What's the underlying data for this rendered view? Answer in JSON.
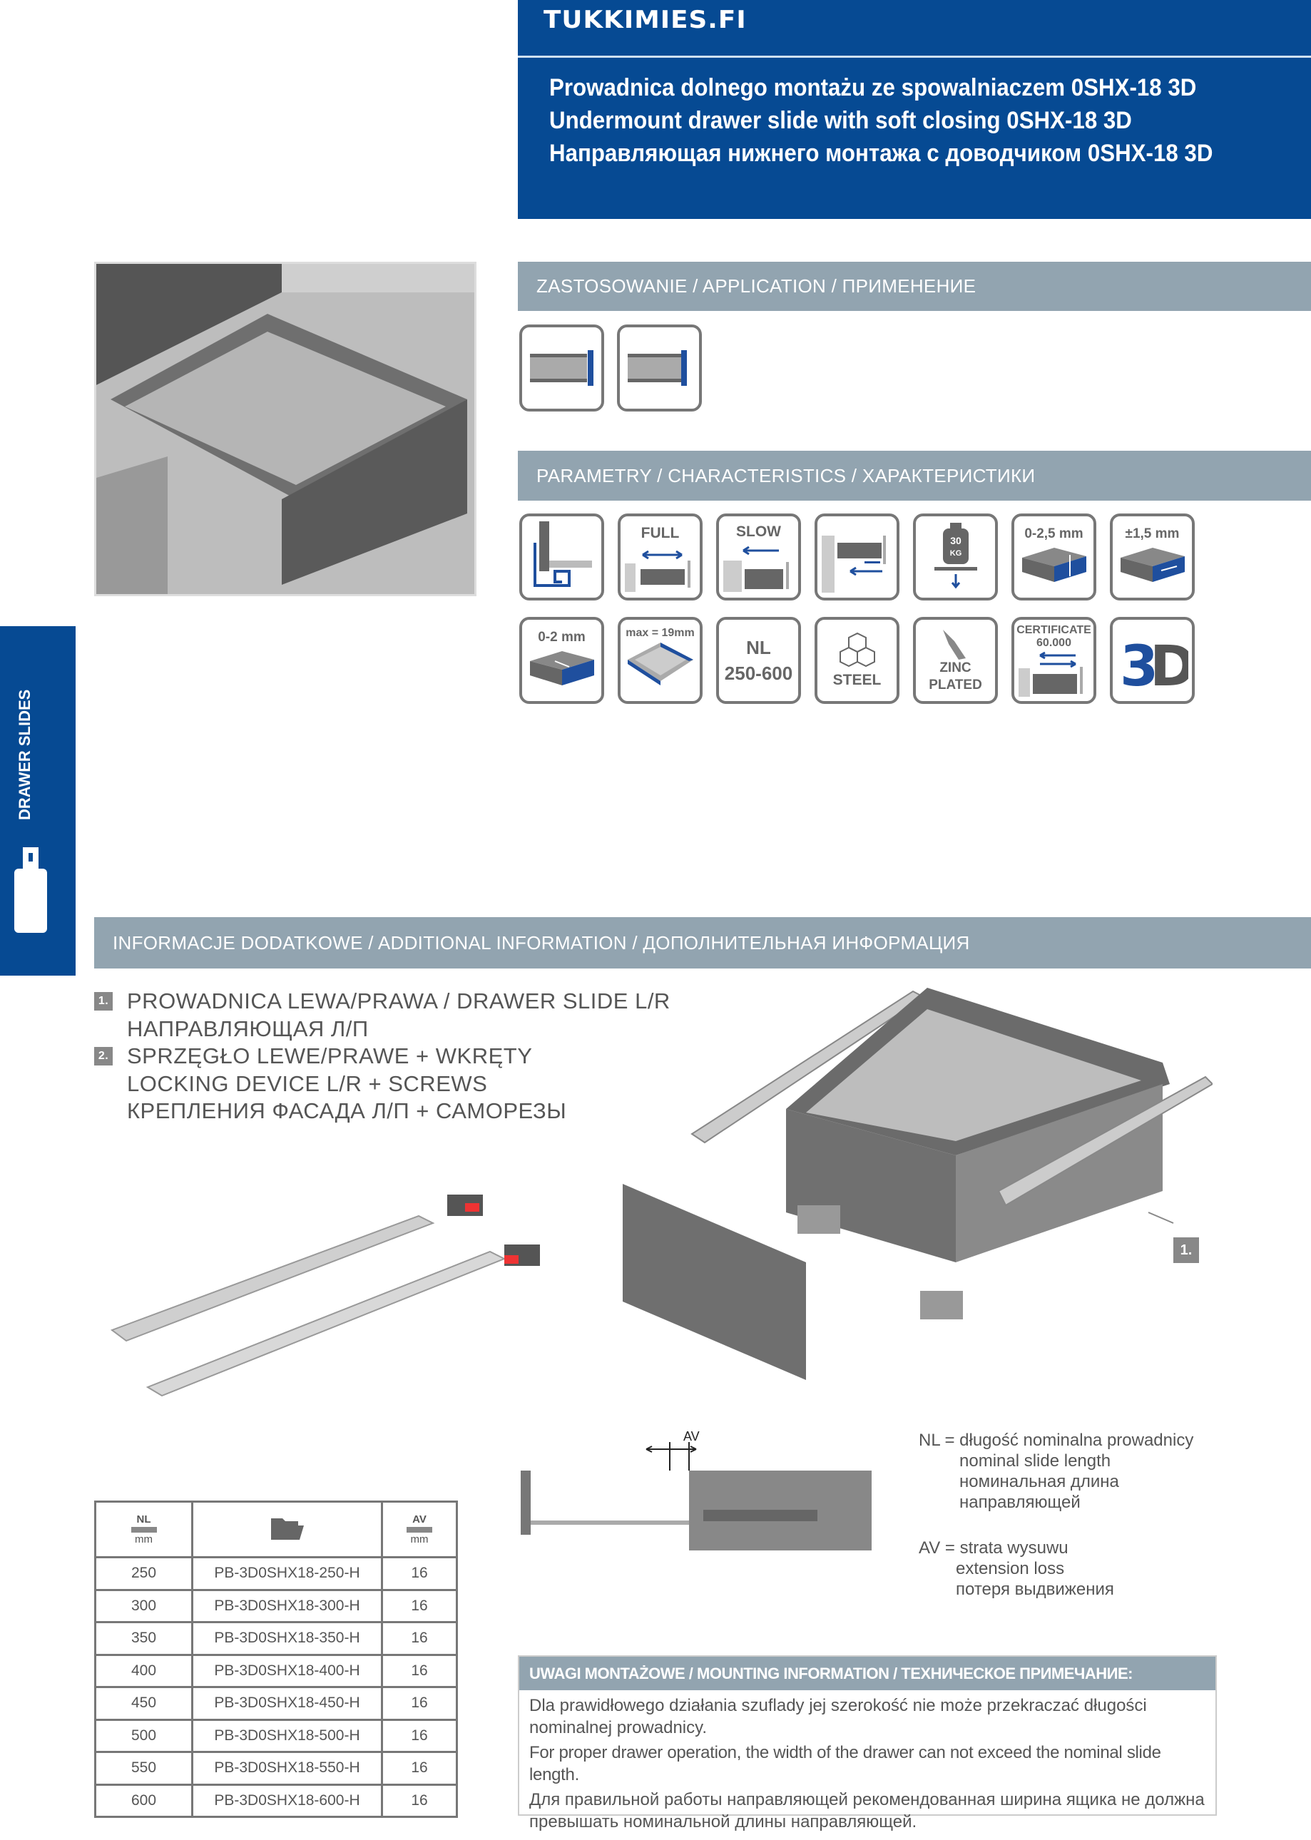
{
  "header": {
    "logo": "TUKKIMIES.FI",
    "titles": [
      "Prowadnica dolnego montażu ze spowalniaczem 0SHX-18 3D",
      "Undermount drawer slide with soft closing 0SHX-18 3D",
      "Направляющая нижнего монтажа с доводчиком 0SHX-18 3D"
    ]
  },
  "side_tab": {
    "label": "DRAWER SLIDES"
  },
  "application": {
    "title": "ZASTOSOWANIE / APPLICATION / ПРИМЕНЕНИЕ"
  },
  "parameters": {
    "title": "PARAMETRY / CHARACTERISTICS / ХАРАКТЕРИСТИКИ",
    "icons": [
      {
        "name": "undermount-icon",
        "label": ""
      },
      {
        "name": "full-extension-icon",
        "label": "FULL"
      },
      {
        "name": "slow-close-icon",
        "label": "SLOW"
      },
      {
        "name": "push-open-icon",
        "label": ""
      },
      {
        "name": "load-icon",
        "label": "30 KG"
      },
      {
        "name": "height-adjust-icon",
        "label": "0-2,5 mm"
      },
      {
        "name": "side-adjust-icon",
        "label": "±1,5 mm"
      },
      {
        "name": "depth-adjust-icon",
        "label": "0-2 mm"
      },
      {
        "name": "side-thickness-icon",
        "label": "max = 19mm"
      },
      {
        "name": "nominal-length-icon",
        "label": "NL",
        "sub": "250-600"
      },
      {
        "name": "steel-icon",
        "label": "STEEL"
      },
      {
        "name": "zinc-plated-icon",
        "label": "ZINC",
        "sub": "PLATED"
      },
      {
        "name": "certificate-icon",
        "label": "CERTIFICATE",
        "sub": "60.000"
      },
      {
        "name": "3d-icon",
        "label": "3D"
      }
    ]
  },
  "additional": {
    "title": "INFORMACJE DODATKOWE / ADDITIONAL INFORMATION / ДОПОЛНИТЕЛЬНАЯ ИНФОРМАЦИЯ",
    "items": [
      {
        "num": "1.",
        "lines": [
          "PROWADNICA LEWA/PRAWA / DRAWER SLIDE L/R",
          "НАПРАВЛЯЮЩАЯ Л/П"
        ]
      },
      {
        "num": "2.",
        "lines": [
          "SPRZĘGŁO LEWE/PRAWE + WKRĘTY",
          "LOCKING DEVICE L/R + SCREWS",
          "КРЕПЛЕНИЯ ФАСАДА Л/П + САМОРЕЗЫ"
        ]
      }
    ],
    "callout": "1.",
    "diagram_label": "AV"
  },
  "legend": {
    "nl": [
      "NL = długość nominalna prowadnicy",
      "nominal slide length",
      "номинальная длина",
      "направляющей"
    ],
    "av": [
      "AV = strata wysuwu",
      "extension loss",
      "потеря выдвижения"
    ]
  },
  "table": {
    "headers": {
      "nl": "NL",
      "unit": "mm",
      "av": "AV"
    },
    "rows": [
      [
        "250",
        "PB-3D0SHX18-250-H",
        "16"
      ],
      [
        "300",
        "PB-3D0SHX18-300-H",
        "16"
      ],
      [
        "350",
        "PB-3D0SHX18-350-H",
        "16"
      ],
      [
        "400",
        "PB-3D0SHX18-400-H",
        "16"
      ],
      [
        "450",
        "PB-3D0SHX18-450-H",
        "16"
      ],
      [
        "500",
        "PB-3D0SHX18-500-H",
        "16"
      ],
      [
        "550",
        "PB-3D0SHX18-550-H",
        "16"
      ],
      [
        "600",
        "PB-3D0SHX18-600-H",
        "16"
      ]
    ]
  },
  "mounting": {
    "title": "UWAGI MONTAŻOWE / MOUNTING INFORMATION / ТЕХНИЧЕСКОЕ ПРИМЕЧАНИЕ:",
    "paragraphs": [
      "Dla prawidłowego działania szuflady jej szerokość nie może przekraczać długości nominalnej prowadnicy.",
      "For proper drawer operation, the width of the drawer can not exceed the nominal slide length.",
      "Для правильной работы направляющей рекомендованная ширина ящика не должна превышать  номинальной длины направляющей."
    ]
  },
  "colors": {
    "brand_blue": "#064a93",
    "bar_gray": "#92a4b0",
    "icon_blue": "#1f4f9e"
  }
}
